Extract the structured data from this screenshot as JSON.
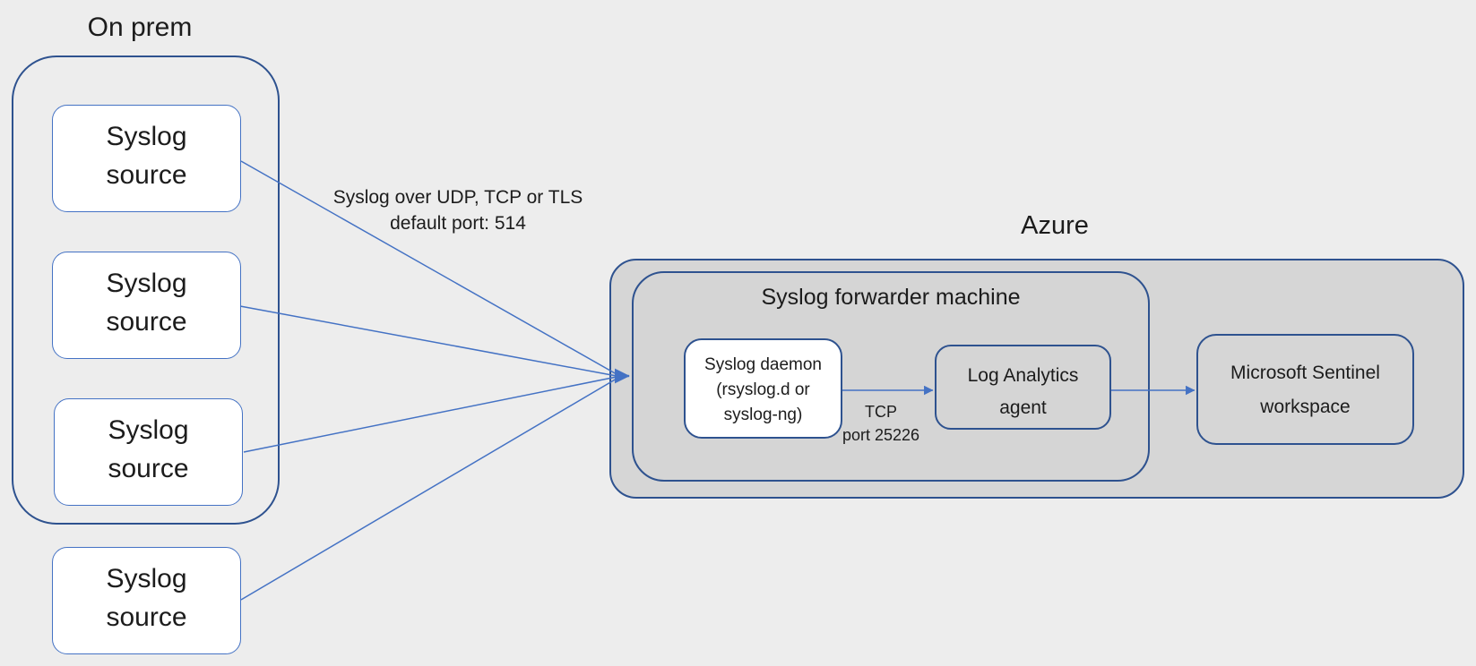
{
  "colors": {
    "page_bg": "#EDEDED",
    "azure_fill": "#D6D6D6",
    "forwarder_fill": "#D5D5D5",
    "box_fill": "#FFFFFF",
    "container_border": "#2E528F",
    "box_border": "#4472C4",
    "connector": "#4472C4",
    "text": "#1C1C1C"
  },
  "on_prem": {
    "title": "On prem",
    "sources": [
      {
        "label": "Syslog source"
      },
      {
        "label": "Syslog source"
      },
      {
        "label": "Syslog source"
      }
    ]
  },
  "external_source": {
    "label": "Syslog source"
  },
  "connector_label": {
    "line1": "Syslog over UDP, TCP or TLS",
    "line2": "default port: 514"
  },
  "azure": {
    "title": "Azure",
    "forwarder": {
      "title": "Syslog forwarder machine",
      "daemon": {
        "lines": [
          "Syslog daemon",
          "(rsyslog.d or",
          "syslog-ng)"
        ]
      },
      "daemon_to_agent_label": {
        "line1": "TCP",
        "line2": "port 25226"
      },
      "log_analytics_agent": {
        "line1": "Log Analytics",
        "line2": "agent"
      }
    },
    "sentinel": {
      "line1": "Microsoft Sentinel",
      "line2": "workspace"
    }
  }
}
